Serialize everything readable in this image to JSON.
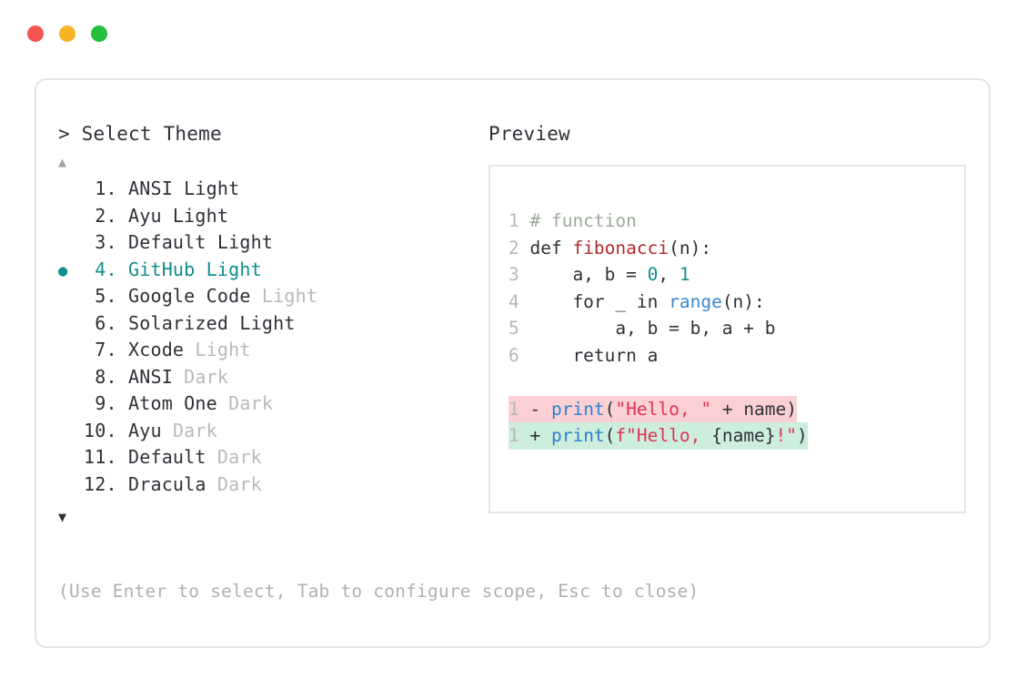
{
  "window": {
    "dots": [
      {
        "name": "close",
        "color": "#f4554f"
      },
      {
        "name": "minimize",
        "color": "#f7b526"
      },
      {
        "name": "maximize",
        "color": "#25bf3f"
      }
    ]
  },
  "left": {
    "prompt": "> Select Theme",
    "scroll_up_icon": "▲",
    "scroll_down_icon": "▼",
    "selected_index": 4,
    "bullet_glyph": "●",
    "accent_color": "#0f8d8d",
    "items": [
      {
        "num": " 1.",
        "name": "ANSI Light",
        "suffix": "",
        "dimmed": false,
        "selected": false
      },
      {
        "num": " 2.",
        "name": "Ayu Light",
        "suffix": "",
        "dimmed": false,
        "selected": false
      },
      {
        "num": " 3.",
        "name": "Default Light",
        "suffix": "",
        "dimmed": false,
        "selected": false
      },
      {
        "num": " 4.",
        "name": "GitHub Light",
        "suffix": "",
        "dimmed": false,
        "selected": true
      },
      {
        "num": " 5.",
        "name": "Google Code",
        "suffix": " Light",
        "dimmed": true,
        "selected": false
      },
      {
        "num": " 6.",
        "name": "Solarized Light",
        "suffix": "",
        "dimmed": false,
        "selected": false
      },
      {
        "num": " 7.",
        "name": "Xcode",
        "suffix": " Light",
        "dimmed": true,
        "selected": false
      },
      {
        "num": " 8.",
        "name": "ANSI",
        "suffix": " Dark",
        "dimmed": true,
        "selected": false
      },
      {
        "num": " 9.",
        "name": "Atom One",
        "suffix": " Dark",
        "dimmed": true,
        "selected": false
      },
      {
        "num": "10.",
        "name": "Ayu",
        "suffix": " Dark",
        "dimmed": true,
        "selected": false
      },
      {
        "num": "11.",
        "name": "Default",
        "suffix": " Dark",
        "dimmed": true,
        "selected": false
      },
      {
        "num": "12.",
        "name": "Dracula",
        "suffix": " Dark",
        "dimmed": true,
        "selected": false
      }
    ]
  },
  "hint": "(Use Enter to select, Tab to configure scope, Esc to close)",
  "preview": {
    "title": "Preview",
    "code_lines": [
      {
        "ln": "1",
        "tokens": [
          {
            "t": "# function",
            "c": "cmt"
          }
        ]
      },
      {
        "ln": "2",
        "tokens": [
          {
            "t": "def ",
            "c": "kw"
          },
          {
            "t": "fibonacci",
            "c": "fn"
          },
          {
            "t": "(n):",
            "c": "plain"
          }
        ]
      },
      {
        "ln": "3",
        "tokens": [
          {
            "t": "    a, b = ",
            "c": "plain"
          },
          {
            "t": "0",
            "c": "num"
          },
          {
            "t": ", ",
            "c": "plain"
          },
          {
            "t": "1",
            "c": "num"
          }
        ]
      },
      {
        "ln": "4",
        "tokens": [
          {
            "t": "    for _ in ",
            "c": "plain"
          },
          {
            "t": "range",
            "c": "bi"
          },
          {
            "t": "(n):",
            "c": "plain"
          }
        ]
      },
      {
        "ln": "5",
        "tokens": [
          {
            "t": "        a, b = b, a + b",
            "c": "plain"
          }
        ]
      },
      {
        "ln": "6",
        "tokens": [
          {
            "t": "    return a",
            "c": "plain"
          }
        ]
      }
    ],
    "diff_lines": [
      {
        "ln": "1",
        "kind": "del",
        "sign": "-",
        "bg": "#fbd0d4",
        "tokens": [
          {
            "t": "print",
            "c": "call"
          },
          {
            "t": "(",
            "c": "plain"
          },
          {
            "t": "\"Hello, \"",
            "c": "str"
          },
          {
            "t": " + name)",
            "c": "plain"
          }
        ]
      },
      {
        "ln": "1",
        "kind": "add",
        "sign": "+",
        "bg": "#cdeddd",
        "tokens": [
          {
            "t": "print",
            "c": "call"
          },
          {
            "t": "(",
            "c": "plain"
          },
          {
            "t": "f\"Hello, ",
            "c": "str"
          },
          {
            "t": "{name}",
            "c": "plain"
          },
          {
            "t": "!\"",
            "c": "str"
          },
          {
            "t": ")",
            "c": "plain"
          }
        ]
      }
    ]
  }
}
